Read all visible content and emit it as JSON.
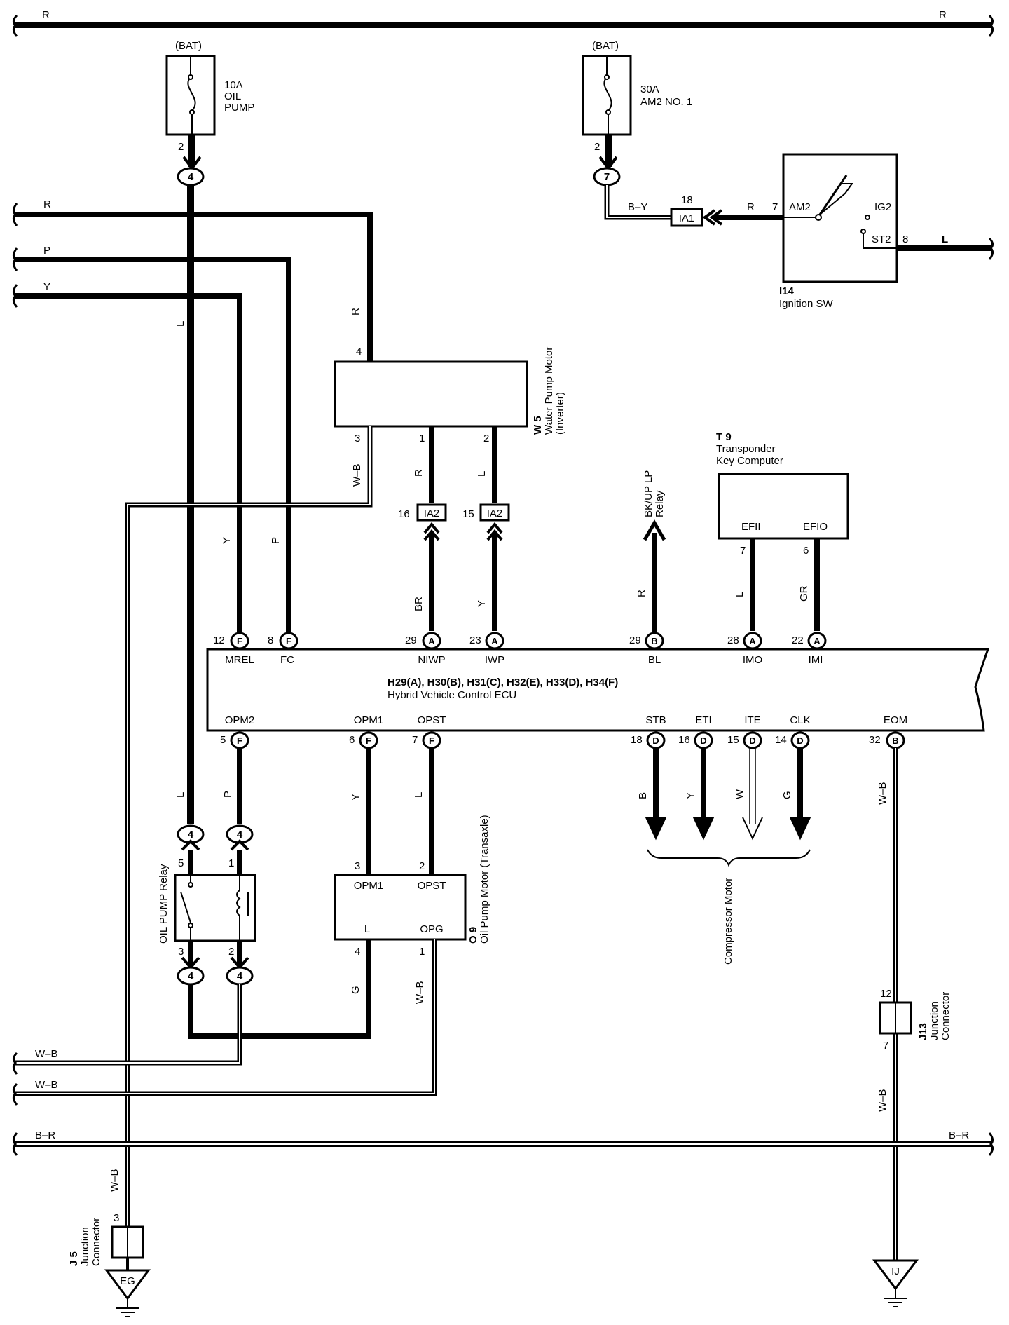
{
  "power": {
    "bat_label": "(BAT)",
    "fuse_oil": {
      "rating": "10A",
      "name1": "OIL",
      "name2": "PUMP",
      "pin": "2",
      "conn": "4"
    },
    "fuse_am2": {
      "rating": "30A",
      "name": "AM2 NO. 1",
      "pin": "2",
      "conn": "7"
    }
  },
  "wires": {
    "R": "R",
    "P": "P",
    "Y": "Y",
    "L": "L",
    "WB": "W–B",
    "BR_bus": "B–R",
    "BY": "B–Y",
    "BR": "BR",
    "GR": "GR",
    "B": "B",
    "W": "W",
    "G": "G"
  },
  "ia1": {
    "label": "IA1",
    "pin": "18"
  },
  "ia2": {
    "label": "IA2",
    "pin_left": "16",
    "pin_right": "15"
  },
  "ignition": {
    "code": "I14",
    "name": "Ignition SW",
    "am2": "AM2",
    "ig2": "IG2",
    "st2": "ST2",
    "pin_in": "7",
    "pin_out": "8"
  },
  "water_pump": {
    "code": "W 5",
    "name1": "Water Pump Motor",
    "name2": "(Inverter)",
    "pin4": "4",
    "pin3": "3",
    "pin1": "1",
    "pin2": "2"
  },
  "transponder": {
    "code": "T 9",
    "name1": "Transponder",
    "name2": "Key Computer",
    "efii": "EFII",
    "efio": "EFIO",
    "pin7": "7",
    "pin6": "6"
  },
  "bkup": {
    "line1": "BK/UP LP",
    "line2": "Relay"
  },
  "ecu": {
    "title": "H29(A), H30(B), H31(C), H32(E), H33(D), H34(F)",
    "name": "Hybrid Vehicle Control ECU",
    "top_pins": [
      {
        "num": "12",
        "conn": "F",
        "label": "MREL"
      },
      {
        "num": "8",
        "conn": "F",
        "label": "FC"
      },
      {
        "num": "29",
        "conn": "A",
        "label": "NIWP"
      },
      {
        "num": "23",
        "conn": "A",
        "label": "IWP"
      },
      {
        "num": "29",
        "conn": "B",
        "label": "BL"
      },
      {
        "num": "28",
        "conn": "A",
        "label": "IMO"
      },
      {
        "num": "22",
        "conn": "A",
        "label": "IMI"
      }
    ],
    "bottom_pins": [
      {
        "num": "5",
        "conn": "F",
        "label": "OPM2"
      },
      {
        "num": "6",
        "conn": "F",
        "label": "OPM1"
      },
      {
        "num": "7",
        "conn": "F",
        "label": "OPST"
      },
      {
        "num": "18",
        "conn": "D",
        "label": "STB"
      },
      {
        "num": "16",
        "conn": "D",
        "label": "ETI"
      },
      {
        "num": "15",
        "conn": "D",
        "label": "ITE"
      },
      {
        "num": "14",
        "conn": "D",
        "label": "CLK"
      },
      {
        "num": "32",
        "conn": "B",
        "label": "EOM"
      }
    ]
  },
  "relay": {
    "name": "OIL PUMP Relay",
    "pin5": "5",
    "pin1": "1",
    "pin3": "3",
    "pin2": "2",
    "conn": "4"
  },
  "oil_pump_motor": {
    "code": "O 9",
    "name": "Oil Pump Motor (Transaxle)",
    "opm1": "OPM1",
    "opst": "OPST",
    "l": "L",
    "opg": "OPG",
    "pin3": "3",
    "pin2": "2",
    "pin4": "4",
    "pin1": "1"
  },
  "compressor": {
    "name": "Compressor Motor"
  },
  "j13": {
    "code": "J13",
    "name1": "Junction",
    "name2": "Connector",
    "pin12": "12",
    "pin7": "7"
  },
  "j5": {
    "code": "J 5",
    "name1": "Junction",
    "name2": "Connector",
    "pin3": "3"
  },
  "grounds": {
    "eg": "EG",
    "ij": "IJ"
  }
}
